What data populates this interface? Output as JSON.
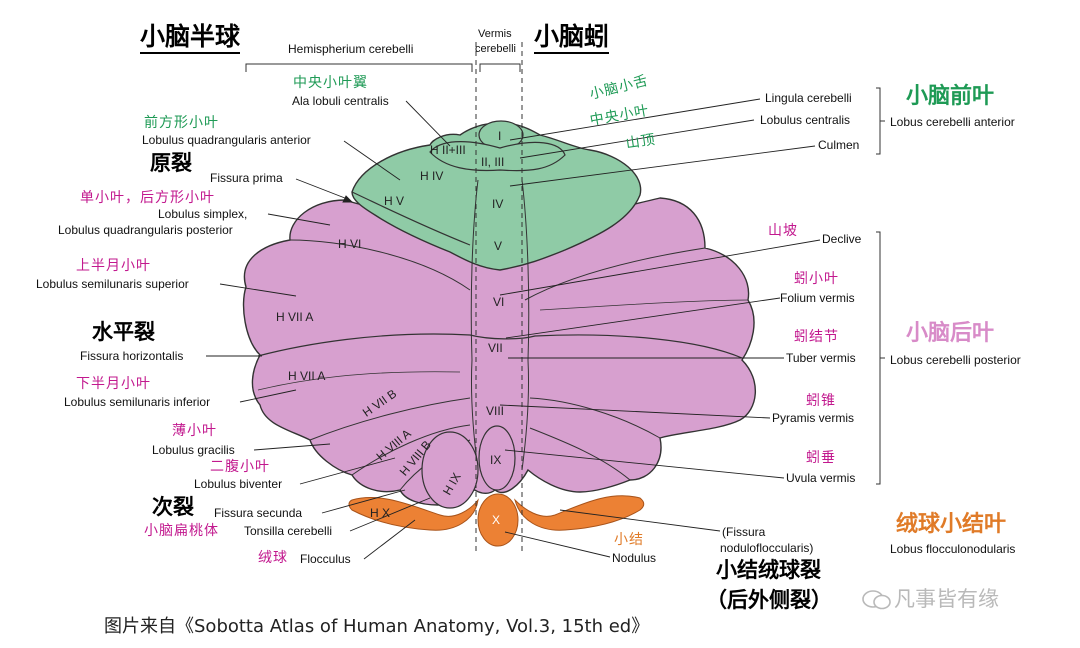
{
  "headers": {
    "hemisphere_cn": "小脑半球",
    "hemisphere_lat": "Hemispherium cerebelli",
    "vermis_lat_1": "Vermis",
    "vermis_lat_2": "cerebelli",
    "vermis_cn": "小脑蚓"
  },
  "left_labels": {
    "ala_cn": "中央小叶翼",
    "ala_lat": "Ala lobuli centralis",
    "quad_ant_cn": "前方形小叶",
    "quad_ant_lat": "Lobulus quadrangularis anterior",
    "fissura_prima_cn": "原裂",
    "fissura_prima_lat": "Fissura prima",
    "simplex_cn": "单小叶，后方形小叶",
    "simplex_lat_1": "Lobulus simplex,",
    "simplex_lat_2": "Lobulus quadrangularis posterior",
    "semilunar_sup_cn": "上半月小叶",
    "semilunar_sup_lat": "Lobulus semilunaris superior",
    "horizontal_cn": "水平裂",
    "horizontal_lat": "Fissura horizontalis",
    "semilunar_inf_cn": "下半月小叶",
    "semilunar_inf_lat": "Lobulus semilunaris inferior",
    "gracilis_cn": "薄小叶",
    "gracilis_lat": "Lobulus gracilis",
    "biventer_cn": "二腹小叶",
    "biventer_lat": "Lobulus biventer",
    "secunda_cn": "次裂",
    "secunda_lat": "Fissura secunda",
    "tonsilla_cn": "小脑扁桃体",
    "tonsilla_lat": "Tonsilla cerebelli",
    "flocculus_cn": "绒球",
    "flocculus_lat": "Flocculus"
  },
  "right_labels": {
    "lingula_cn": "小脑小舌",
    "lingula_lat": "Lingula cerebelli",
    "centralis_cn": "中央小叶",
    "centralis_lat": "Lobulus centralis",
    "culmen_cn": "山顶",
    "culmen_lat": "Culmen",
    "declive_cn": "山坡",
    "declive_lat": "Declive",
    "folium_cn": "蚓小叶",
    "folium_lat": "Folium vermis",
    "tuber_cn": "蚓结节",
    "tuber_lat": "Tuber vermis",
    "pyramis_cn": "蚓锥",
    "pyramis_lat": "Pyramis vermis",
    "uvula_cn": "蚓垂",
    "uvula_lat": "Uvula vermis",
    "nodulus_cn": "小结",
    "nodulus_lat": "Nodulus",
    "fissura_nf_lat_1": "(Fissura",
    "fissura_nf_lat_2": "nodulofloccularis)",
    "fissura_nf_cn_1": "小结绒球裂",
    "fissura_nf_cn_2": "（后外侧裂）"
  },
  "lobes": {
    "anterior_cn": "小脑前叶",
    "anterior_lat": "Lobus cerebelli anterior",
    "posterior_cn": "小脑后叶",
    "posterior_lat": "Lobus cerebelli posterior",
    "floccnod_cn": "绒球小结叶",
    "floccnod_lat": "Lobus flocculonodularis"
  },
  "inner_labels": {
    "h_ii_iii": "H II+III",
    "h_iv": "H IV",
    "h_v": "H V",
    "h_vi": "H VI",
    "h_viia_sup": "H VII A",
    "h_viia_inf": "H VII A",
    "h_viib": "H VII B",
    "h_viiia": "H VIII A",
    "h_viiib": "H VIII B",
    "h_ix": "H IX",
    "h_x": "H X",
    "v_i": "I",
    "v_ii_iii": "II, III",
    "v_iv": "IV",
    "v_v": "V",
    "v_vi": "VI",
    "v_vii": "VII",
    "v_viii": "VIII",
    "v_ix": "IX",
    "v_x": "X"
  },
  "footer": {
    "credit": "图片来自《Sobotta Atlas of Human Anatomy, Vol.3, 15th ed》",
    "watermark": "凡事皆有缘"
  },
  "colors": {
    "anterior_green": "#8fcba6",
    "posterior_pink": "#d7a0cf",
    "flocculonodular_orange": "#ec8134",
    "label_green": "#1e9a55",
    "label_magenta": "#c2188e",
    "label_orange": "#e07b28"
  }
}
